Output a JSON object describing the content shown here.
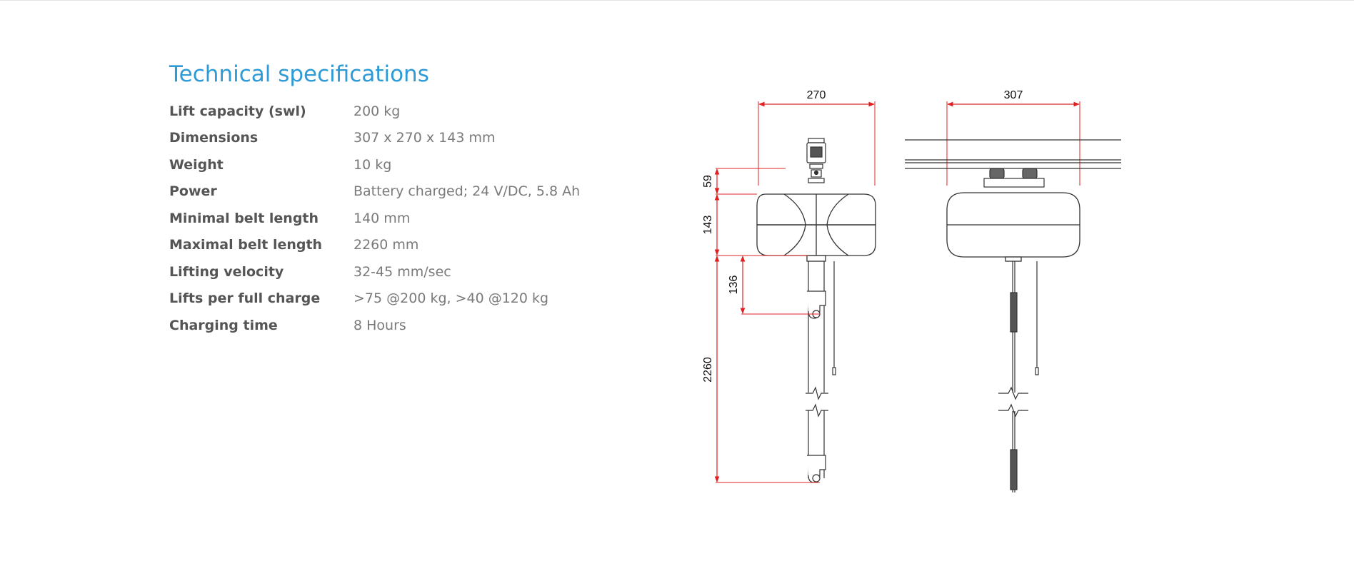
{
  "title": "Technical specifications",
  "specs": [
    {
      "label": "Lift capacity (swl)",
      "value": "200 kg"
    },
    {
      "label": "Dimensions",
      "value": "307 x 270 x 143 mm"
    },
    {
      "label": "Weight",
      "value": "10 kg"
    },
    {
      "label": "Power",
      "value": "Battery charged; 24 V/DC, 5.8 Ah"
    },
    {
      "label": "Minimal belt length",
      "value": "140 mm"
    },
    {
      "label": "Maximal belt length",
      "value": "2260 mm"
    },
    {
      "label": "Lifting velocity",
      "value": "32-45 mm/sec"
    },
    {
      "label": "Lifts per full charge",
      "value": ">75 @200 kg, >40 @120 kg"
    },
    {
      "label": "Charging time",
      "value": "8 Hours"
    }
  ],
  "drawing": {
    "dimensions": {
      "front_width": "270",
      "side_width": "307",
      "top_height": "59",
      "body_height": "143",
      "min_belt": "136",
      "max_belt": "2260"
    },
    "colors": {
      "accent": "#2e9ad6",
      "dimension_line": "#e02020",
      "outline": "#333333"
    }
  }
}
